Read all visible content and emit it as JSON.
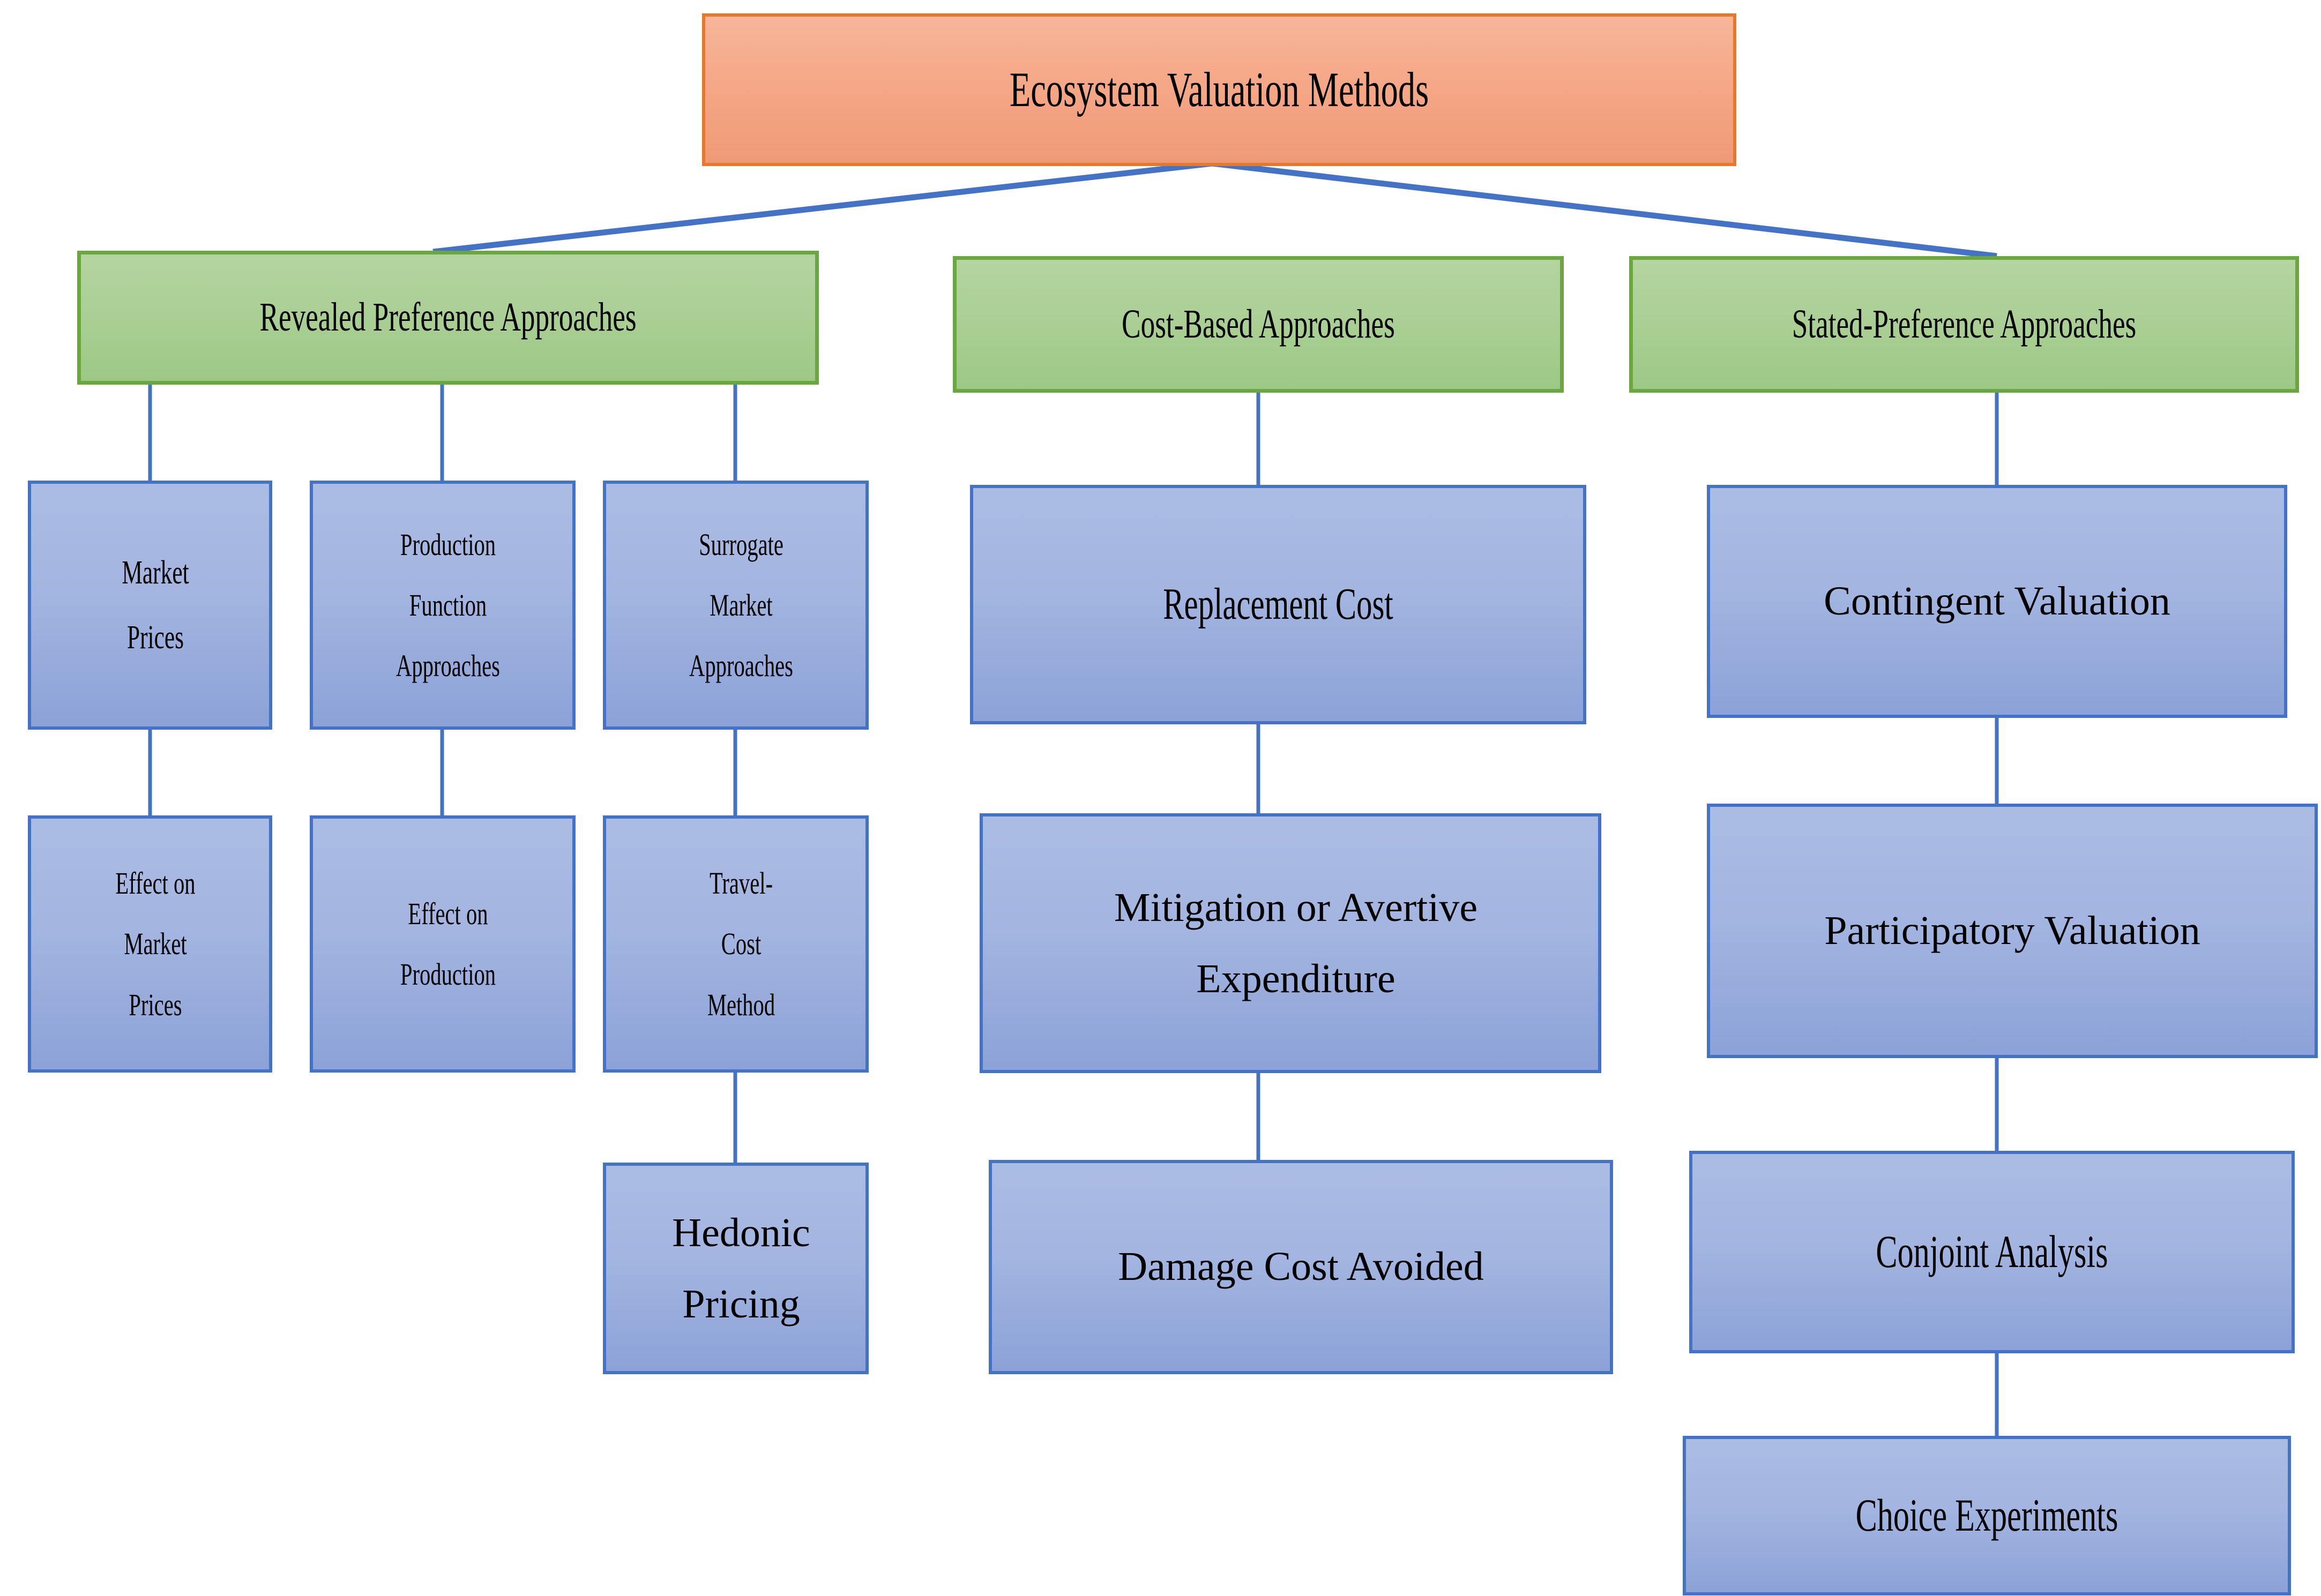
{
  "diagram": {
    "title": "Ecosystem Valuation Methods",
    "type": "hierarchy-tree",
    "colors": {
      "root_fill": "#f3a183",
      "root_border": "#e8772a",
      "category_fill": "#a9cf90",
      "category_border": "#6aa73f",
      "leaf_fill": "#a0b4de",
      "leaf_border": "#4472c4",
      "connector": "#4472c4",
      "text": "#000000",
      "background": "#ffffff"
    },
    "root": {
      "label": "Ecosystem Valuation Methods"
    },
    "branches": [
      {
        "label": "Revealed Preference Approaches",
        "children": [
          {
            "label": "Market Prices",
            "children": [
              {
                "label": "Effect on Market Prices",
                "children": []
              }
            ]
          },
          {
            "label": "Production Function Approaches",
            "children": [
              {
                "label": "Effect on Production",
                "children": []
              }
            ]
          },
          {
            "label": "Surrogate Market Approaches",
            "children": [
              {
                "label": "Travel-Cost Method",
                "children": [
                  {
                    "label": "Hedonic Pricing",
                    "children": []
                  }
                ]
              }
            ]
          }
        ]
      },
      {
        "label": "Cost-Based Approaches",
        "children": [
          {
            "label": "Replacement Cost",
            "children": [
              {
                "label": "Mitigation or Avertive Expenditure",
                "children": [
                  {
                    "label": "Damage Cost Avoided",
                    "children": []
                  }
                ]
              }
            ]
          }
        ]
      },
      {
        "label": "Stated-Preference Approaches",
        "children": [
          {
            "label": "Contingent Valuation",
            "children": [
              {
                "label": "Participatory Valuation",
                "children": [
                  {
                    "label": "Conjoint Analysis",
                    "children": [
                      {
                        "label": "Choice Experiments",
                        "children": []
                      }
                    ]
                  }
                ]
              }
            ]
          }
        ]
      }
    ],
    "nodes": {
      "root": "Ecosystem Valuation Methods",
      "revealed_preference": "Revealed Preference Approaches",
      "cost_based": "Cost-Based Approaches",
      "stated_preference": "Stated-Preference Approaches",
      "market_prices_l1": "Market",
      "market_prices_l2": "Prices",
      "production_l1": "Production",
      "production_l2": "Function",
      "production_l3": "Approaches",
      "surrogate_l1": "Surrogate",
      "surrogate_l2": "Market",
      "surrogate_l3": "Approaches",
      "effect_market_l1": "Effect on",
      "effect_market_l2": "Market",
      "effect_market_l3": "Prices",
      "effect_production_l1": "Effect on",
      "effect_production_l2": "Production",
      "travel_cost_l1": "Travel-",
      "travel_cost_l2": "Cost",
      "travel_cost_l3": "Method",
      "hedonic_l1": "Hedonic",
      "hedonic_l2": "Pricing",
      "replacement_cost": "Replacement Cost",
      "mitigation_l1": "Mitigation or Avertive",
      "mitigation_l2": "Expenditure",
      "damage_cost": "Damage Cost Avoided",
      "contingent_valuation": "Contingent Valuation",
      "participatory_valuation": "Participatory Valuation",
      "conjoint_analysis": "Conjoint Analysis",
      "choice_experiments": "Choice Experiments"
    }
  }
}
